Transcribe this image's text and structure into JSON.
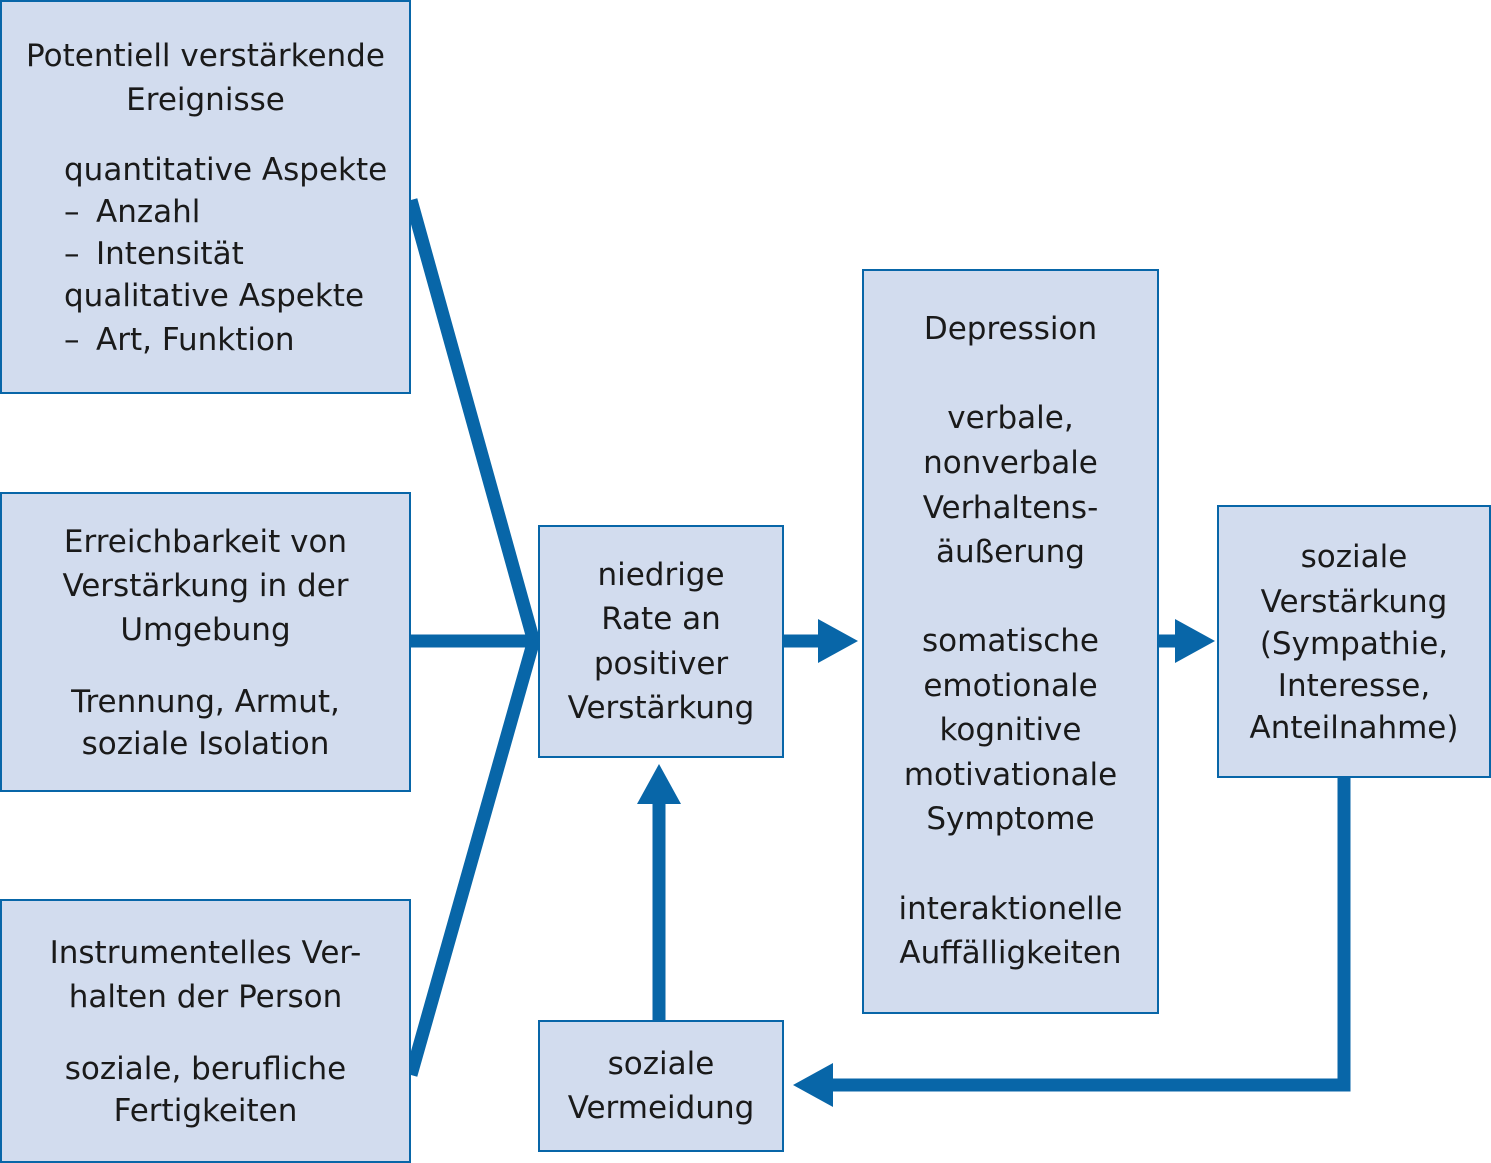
{
  "colors": {
    "box_fill": "#d2dcee",
    "box_border": "#0866a8",
    "arrow": "#0866a8",
    "text": "#1a1a1a"
  },
  "boxes": {
    "events": {
      "title_line1": "Potentiell verstärkende",
      "title_line2": "Ereignisse",
      "item1": "quantitative Aspekte",
      "item2_dash": "–",
      "item2": "Anzahl",
      "item3_dash": "–",
      "item3": "Intensität",
      "item4": "qualitative Aspekte",
      "item5_dash": "–",
      "item5": "Art, Funktion"
    },
    "availability": {
      "title_line1": "Erreichbarkeit von",
      "title_line2": "Verstärkung in der",
      "title_line3": "Umgebung",
      "detail_line1": "Trennung, Armut,",
      "detail_line2": "soziale Isolation"
    },
    "instrumental": {
      "title_line1": "Instrumentelles Ver-",
      "title_line2": "halten der Person",
      "detail_line1": "soziale, berufliche",
      "detail_line2": "Fertigkeiten"
    },
    "low_rate": {
      "line1": "niedrige",
      "line2": "Rate an",
      "line3": "positiver",
      "line4": "Verstärkung"
    },
    "avoidance": {
      "line1": "soziale",
      "line2": "Vermeidung"
    },
    "depression": {
      "title": "Depression",
      "block1_line1": "verbale,",
      "block1_line2": "nonverbale",
      "block1_line3": "Verhaltens-",
      "block1_line4": "äußerung",
      "block2_line1": "somatische",
      "block2_line2": "emotionale",
      "block2_line3": "kognitive",
      "block2_line4": "motivationale",
      "block2_line5": "Symptome",
      "block3_line1": "interaktionelle",
      "block3_line2": "Auffälligkeiten"
    },
    "social_reinforcement": {
      "line1": "soziale",
      "line2": "Verstärkung",
      "line3": "(Sympathie,",
      "line4": "Interesse,",
      "line5": "Anteilnahme)"
    }
  }
}
